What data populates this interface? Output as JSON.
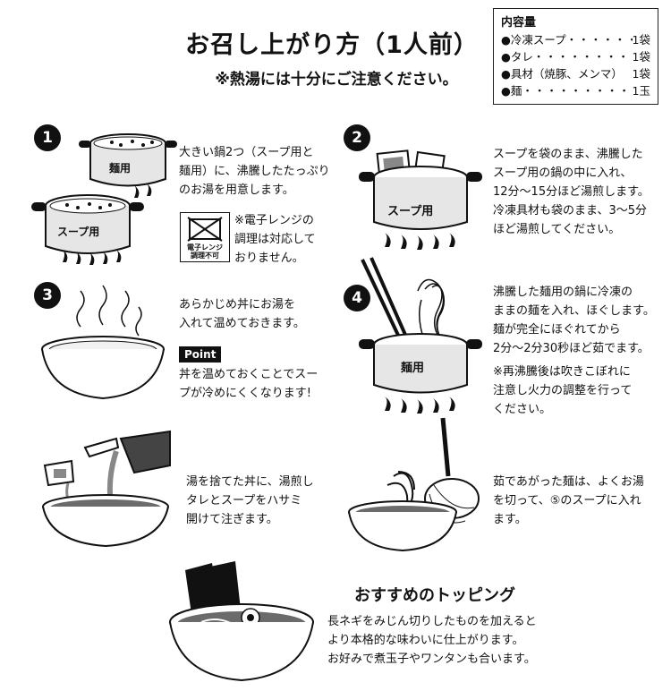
{
  "header": {
    "title": "お召し上がり方（1人前）",
    "subtitle": "※熱湯には十分にご注意ください。"
  },
  "contents_box": {
    "title": "内容量",
    "items": [
      {
        "name": "●冷凍スープ",
        "dots": "・・・・・・・・",
        "qty": "1袋"
      },
      {
        "name": "●タレ",
        "dots": "・・・・・・・・・・・・・・",
        "qty": "1袋"
      },
      {
        "name": "●具材（焼豚、メンマ）",
        "dots": "",
        "qty": "1袋"
      },
      {
        "name": "●麺",
        "dots": "・・・・・・・・・・・・・・・・",
        "qty": "1玉"
      }
    ]
  },
  "steps": {
    "s1": {
      "number": "1",
      "lines": [
        "大きい鍋2つ（スープ用と",
        "麺用）に、沸騰したたっぷり",
        "のお湯を用意します。"
      ],
      "note_lines": [
        "※電子レンジの",
        "調理は対応して",
        "おりません。"
      ],
      "microwave_label": [
        "電子レンジ",
        "調理不可"
      ],
      "pot_label_noodle": "麺用",
      "pot_label_soup": "スープ用"
    },
    "s2": {
      "number": "2",
      "lines": [
        "スープを袋のまま、沸騰した",
        "スープ用の鍋の中に入れ、",
        "12分～15分ほど湯煎します。",
        "冷凍具材も袋のまま、3～5分",
        "ほど湯煎してください。"
      ],
      "pot_label": "スープ用"
    },
    "s3": {
      "number": "3",
      "lines": [
        "あらかじめ丼にお湯を",
        "入れて温めておきます。"
      ],
      "point_label": "Point",
      "point_lines": [
        "丼を温めておくことでスー",
        "プが冷めにくくなります!"
      ]
    },
    "s4": {
      "number": "4",
      "lines": [
        "沸騰した麺用の鍋に冷凍の",
        "ままの麺を入れ、ほぐします。",
        "麺が完全にほぐれてから",
        "2分～2分30秒ほど茹でます。"
      ],
      "note_lines": [
        "※再沸騰後は吹きこぼれに",
        "注意し火力の調整を行って",
        "ください。"
      ],
      "pot_label": "麺用"
    },
    "s5": {
      "lines": [
        "湯を捨てた丼に、湯煎し",
        "タレとスープをハサミ",
        "開けて注ぎます。"
      ]
    },
    "s6": {
      "lines": [
        "茹であがった麺は、よくお湯",
        "を切って、⑤のスープに入れ",
        "ます。"
      ]
    }
  },
  "topping": {
    "title": "おすすめのトッピング",
    "lines": [
      "長ネギをみじん切りしたものを加えると",
      "より本格的な味わいに仕上がります。",
      "お好みで煮玉子やワンタンも合います。"
    ]
  },
  "colors": {
    "ink": "#111111",
    "broth": "#6b6b6b",
    "pot": "#e6e6e6",
    "bowl": "#f2f2f2"
  }
}
